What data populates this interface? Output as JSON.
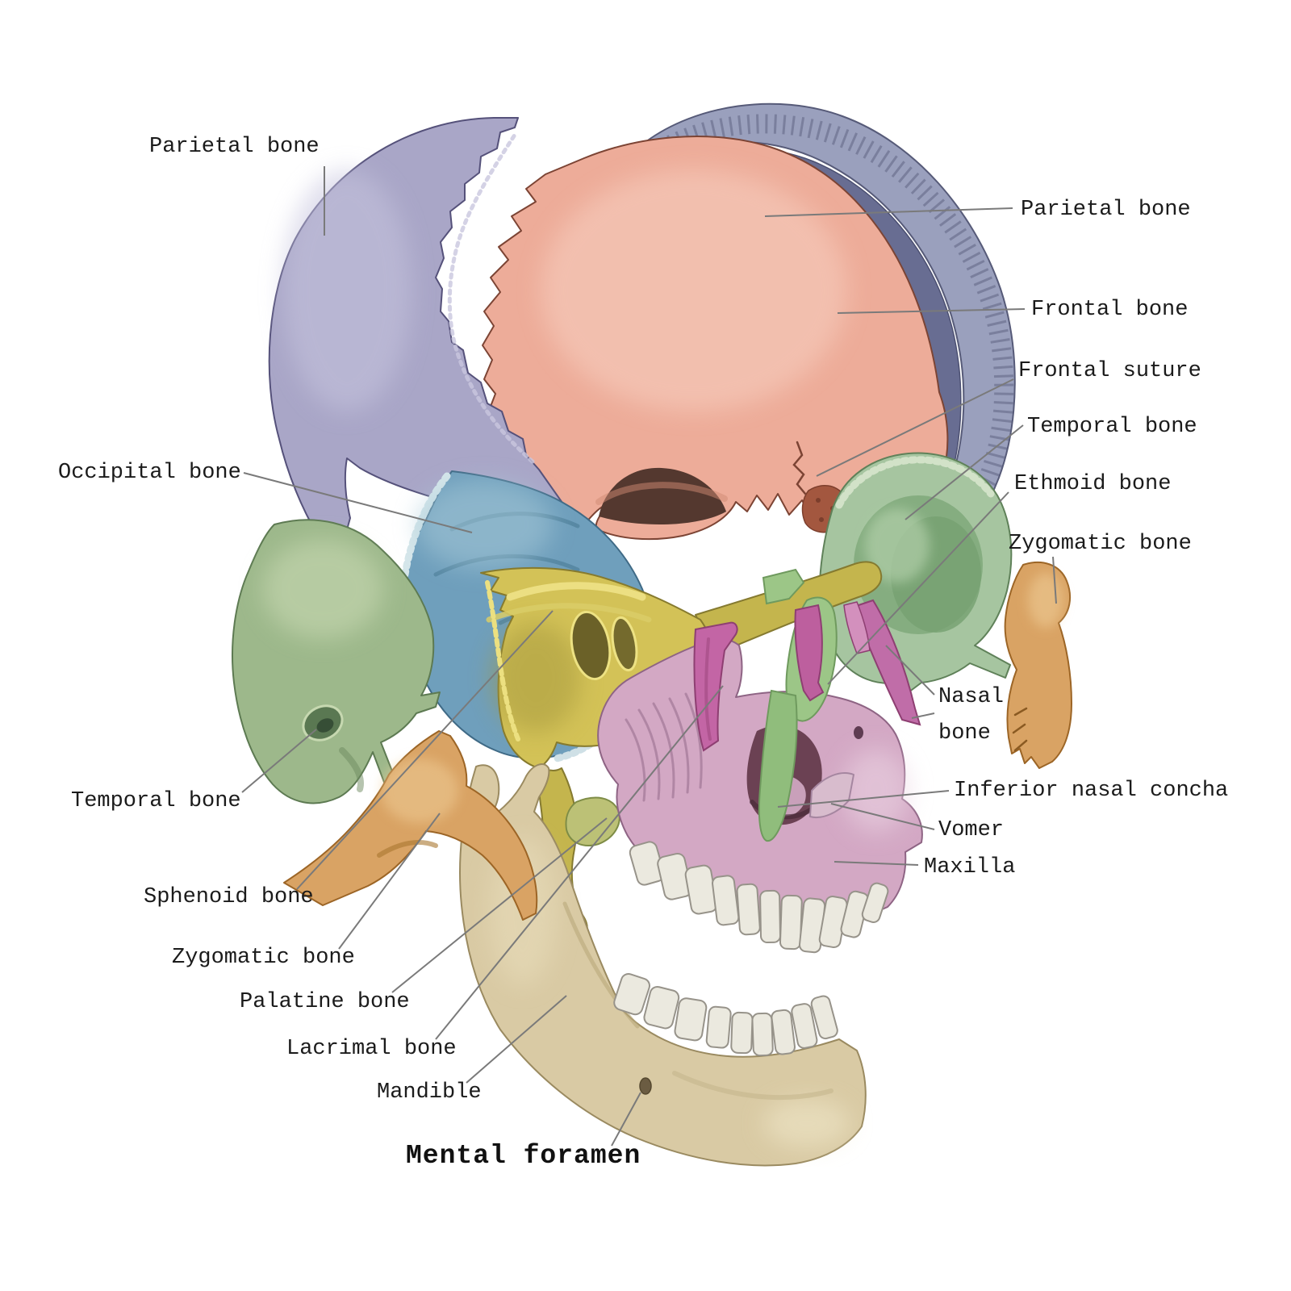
{
  "figure": {
    "type": "anatomical-diagram",
    "subject": "Exploded (disarticulated) human skull with labeled bones",
    "background": "#ffffff"
  },
  "labels": {
    "left": [
      {
        "text": "Parietal bone"
      },
      {
        "text": "Occipital bone"
      },
      {
        "text": "Temporal bone"
      },
      {
        "text": "Sphenoid bone"
      },
      {
        "text": "Zygomatic bone"
      },
      {
        "text": "Palatine bone"
      },
      {
        "text": "Lacrimal bone"
      },
      {
        "text": "Mandible"
      },
      {
        "text": "Mental foramen"
      }
    ],
    "right": [
      {
        "text": "Parietal bone"
      },
      {
        "text": "Frontal bone"
      },
      {
        "text": "Frontal suture"
      },
      {
        "text": "Temporal bone"
      },
      {
        "text": "Ethmoid bone"
      },
      {
        "text": "Zygomatic bone"
      },
      {
        "line1": "Nasal",
        "line2": "bone"
      },
      {
        "text": "Inferior nasal concha"
      },
      {
        "text": "Vomer"
      },
      {
        "text": "Maxilla"
      }
    ]
  },
  "colors": {
    "background": "#ffffff",
    "label_text": "#1b1b1b",
    "leader_line": "#7a7a7a",
    "parietal_left": "#a9a6c7",
    "parietal_right_rim": "#9aa0bd",
    "parietal_right_face": "#686d92",
    "frontal": "#edac99",
    "occipital": "#6f9fbc",
    "temporal_left": "#9db88b",
    "temporal_right": "#a6c5a0",
    "sphenoid": "#d3c257",
    "sphenoid_wing": "#c4b54d",
    "palatine": "#bcc176",
    "ethmoid": "#9cc687",
    "ethmoid_plate": "#90bd7c",
    "nasal": "#c365a5",
    "nasal2": "#bd5f9e",
    "nasal3": "#c06da8",
    "vomer": "#d8bccd",
    "inferior_nasal_concha": "#c9a0ba",
    "maxilla": "#d3a8c4",
    "zygomatic": "#d9a364",
    "mandible": "#d9caa4",
    "teeth": "#ebe9df"
  }
}
